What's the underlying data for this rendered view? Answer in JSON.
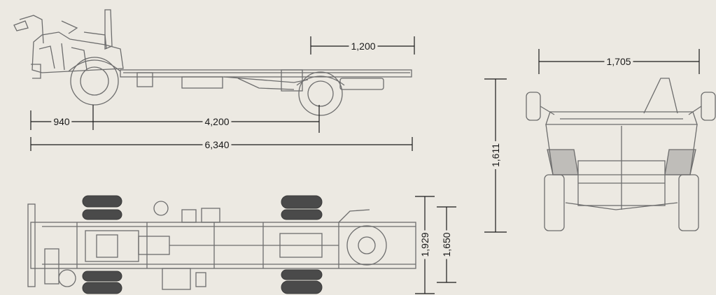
{
  "colors": {
    "background": "#ece9e2",
    "ink": "#1a1a1a",
    "drawing": "#6d6d6d",
    "tire": "#4a4a4a"
  },
  "dimensions": {
    "rear_overhang": "1,200",
    "front_overhang": "940",
    "wheelbase": "4,200",
    "overall_length": "6,340",
    "overall_height": "1,611",
    "overall_width": "1,705",
    "frame_outer_width": "1,929",
    "frame_inner_width": "1,650"
  }
}
